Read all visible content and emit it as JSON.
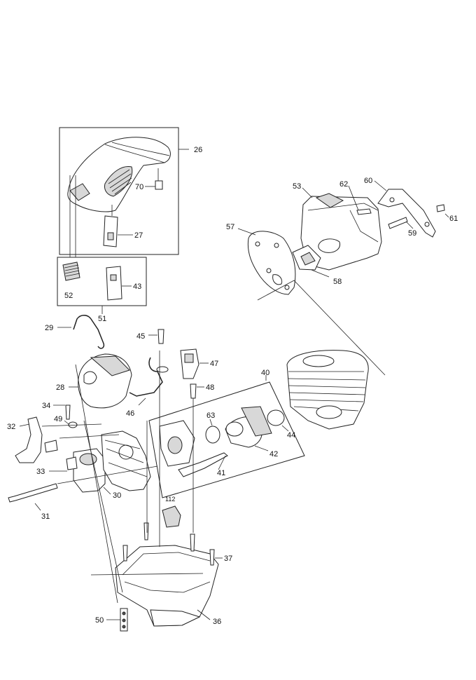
{
  "callouts": {
    "p26": "26",
    "p70": "70",
    "p27": "27",
    "p52": "52",
    "p43": "43",
    "p51": "51",
    "p53": "53",
    "p62": "62",
    "p60": "60",
    "p61": "61",
    "p59": "59",
    "p57": "57",
    "p58": "58",
    "p29": "29",
    "p45": "45",
    "p47": "47",
    "p48": "48",
    "p40": "40",
    "p28": "28",
    "p46": "46",
    "p34": "34",
    "p49": "49",
    "p32": "32",
    "p63": "63",
    "p44": "44",
    "p42": "42",
    "p41": "41",
    "p33": "33",
    "p30": "30",
    "p31": "31",
    "p112": "112",
    "p37": "37",
    "p50": "50",
    "p36": "36"
  }
}
